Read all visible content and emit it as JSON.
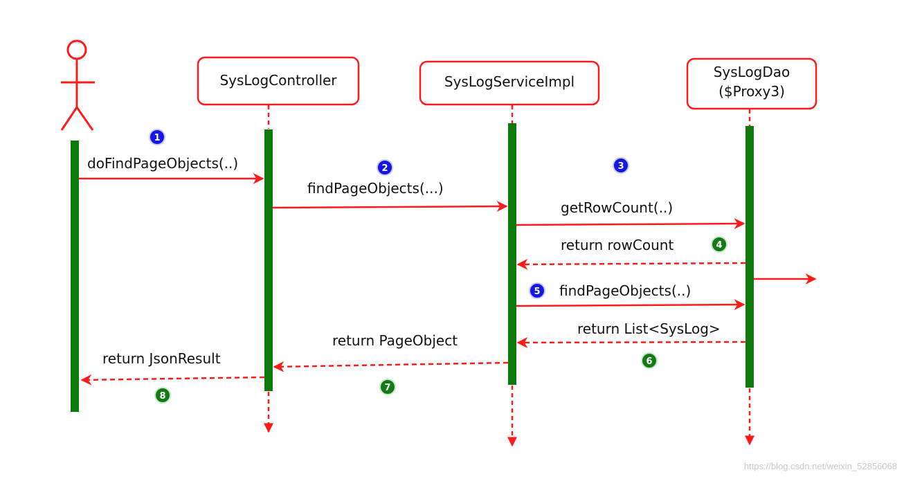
{
  "participants": {
    "controller": "SysLogController",
    "service": "SysLogServiceImpl",
    "dao_line1": "SysLogDao",
    "dao_line2": "($Proxy3)"
  },
  "messages": [
    {
      "step": "1",
      "label": "doFindPageObjects(..)",
      "kind": "call",
      "from": "actor",
      "to": "controller",
      "badge_color": "blue"
    },
    {
      "step": "2",
      "label": "findPageObjects(...)",
      "kind": "call",
      "from": "controller",
      "to": "service",
      "badge_color": "blue"
    },
    {
      "step": "3",
      "label": "getRowCount(..)",
      "kind": "call",
      "from": "service",
      "to": "dao",
      "badge_color": "blue"
    },
    {
      "step": "4",
      "label": "return rowCount",
      "kind": "return",
      "from": "dao",
      "to": "service",
      "badge_color": "green"
    },
    {
      "step": "5",
      "label": "findPageObjects(..)",
      "kind": "call",
      "from": "service",
      "to": "dao",
      "badge_color": "blue"
    },
    {
      "step": "6",
      "label": "return List<SysLog>",
      "kind": "return",
      "from": "dao",
      "to": "service",
      "badge_color": "green"
    },
    {
      "step": "7",
      "label": "return PageObject",
      "kind": "return",
      "from": "service",
      "to": "controller",
      "badge_color": "green"
    },
    {
      "step": "8",
      "label": "return JsonResult",
      "kind": "return",
      "from": "controller",
      "to": "actor",
      "badge_color": "green"
    }
  ],
  "watermark": "https://blog.csdn.net/weixin_52856068",
  "colors": {
    "line": "#ff1a1a",
    "activation": "#0e7a0e",
    "badge_blue": "#1515e6",
    "badge_green": "#157a15"
  }
}
